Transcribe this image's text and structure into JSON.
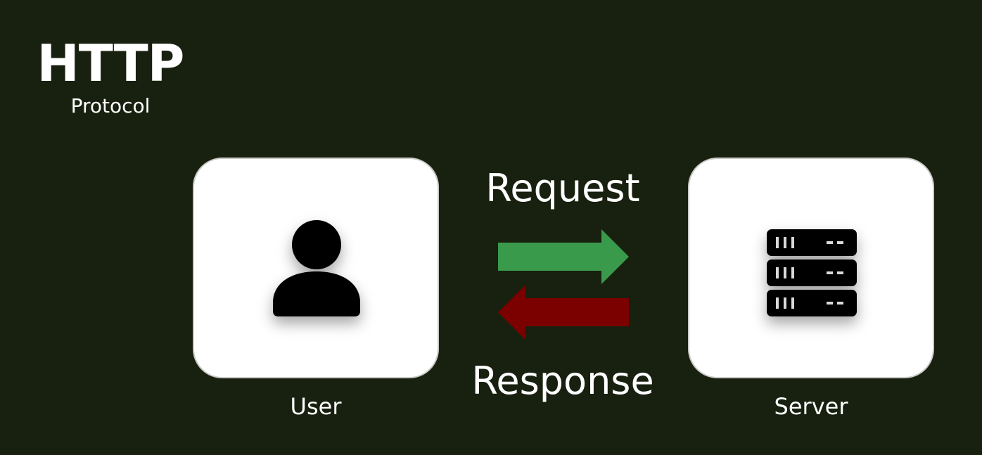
{
  "header": {
    "title": "HTTP",
    "subtitle": "Protocol"
  },
  "nodes": {
    "client": {
      "label": "User",
      "icon": "person-icon"
    },
    "server": {
      "label": "Server",
      "icon": "server-rack-icon"
    }
  },
  "flows": {
    "request": {
      "label": "Request",
      "color": "#3a9a4c",
      "direction": "right"
    },
    "response": {
      "label": "Response",
      "color": "#7b0000",
      "direction": "left"
    }
  },
  "colors": {
    "background": "#18200f",
    "card": "#ffffff",
    "icon": "#000000"
  }
}
